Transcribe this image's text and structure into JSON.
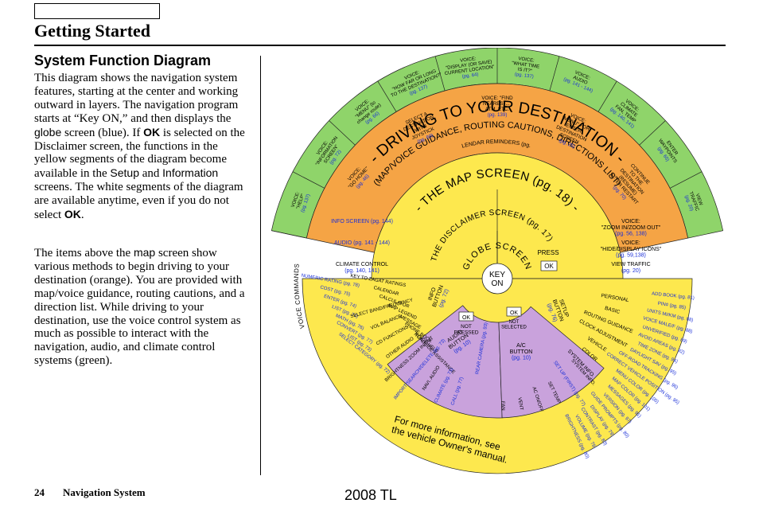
{
  "header": {
    "title": "Getting Started"
  },
  "section": {
    "heading": "System Function Diagram"
  },
  "paragraph1": {
    "s1": "This diagram shows the navigation system features, starting at the center and working outward in layers. The navigation program starts at “Key ON,” and then displays the ",
    "globe": "globe",
    "s2": " screen (blue). If ",
    "ok": "OK",
    "s3": " is selected on the Disclaimer screen, the functions in the yellow segments of the diagram become available in the ",
    "setup": "Setup",
    "s4": " and ",
    "information": "Information",
    "s5": " screens. The white segments of the diagram are available anytime, even if you do not select ",
    "ok2": "OK",
    "s6": "."
  },
  "paragraph2": {
    "s1": "The items above the ",
    "map": "map",
    "s2": " screen show various methods to begin driving to your destination (orange). You are provided with map/voice guidance, routing cautions, and a direction list. While driving to your destination, use the voice control system as much as possible to interact with the navigation, audio, and climate control systems (green)."
  },
  "diagram": {
    "colors": {
      "green": "#8fd46a",
      "orange": "#f5a445",
      "yellow": "#fde84e",
      "pink": "#f4a0cc",
      "lavender": "#c9a2dc",
      "blue": "#4fb3ec",
      "white": "#ffffff",
      "link": "#1a2fd8",
      "outline": "#222222"
    },
    "center": {
      "line1": "KEY",
      "line2": "ON"
    },
    "globe_label": "GLOBE SCREEN",
    "disclaimer_label": "THE DISCLAIMER SCREEN",
    "disclaimer_ref": "(pg. 17)",
    "map_label": "THE MAP SCREEN (pg. 18)",
    "destination_label": "DRIVING TO YOUR DESTINATION",
    "guidance_label": "(MAP/VOICE GUIDANCE, ROUTING CAUTIONS, DIRECTIONS LIST)",
    "voice_commands_label": "VOICE COMMANDS",
    "press_ok": {
      "press": "PRESS",
      "ok": "OK"
    },
    "not_pressed": {
      "ok": "OK",
      "line1": "NOT",
      "line2": "PRESSED"
    },
    "not_selected": {
      "ok": "OK",
      "line1": "NOT",
      "line2": "SELECTED"
    },
    "info_button": [
      "INFO",
      "BUTTON",
      "(pg. 72)"
    ],
    "audio_button": [
      "AUDIO",
      "BUTTON",
      "(pg. 10)"
    ],
    "rear_camera": "REAR CAMERA (pg. 93)",
    "ac_button": [
      "A/C",
      "BUTTON",
      "(pg. 10)"
    ],
    "setup_button": [
      "SETUP",
      "BUTTON",
      "(pg. 76)"
    ],
    "calendar_reminders": [
      "CALENDAR",
      "REMINDERS (pg. 17)"
    ],
    "green_items": [
      [
        "VOICE:",
        "\"HELP\"",
        "(pg. 137)"
      ],
      [
        "VOICE:",
        "\"INFORMATION",
        "SCREEN\"",
        "(pg. 72)"
      ],
      [
        "VOICE:",
        "\"MENU\" (to",
        "change route)",
        "(pg. 66)"
      ],
      [
        "VOICE:",
        "\"HOW FAR OR LONG",
        "TO THE DESTINATION?\"",
        "(pg. 137)"
      ],
      [
        "VOICE:",
        "\"DISPLAY (OR SAVE)",
        "CURRENT LOCATION\"",
        "(pg. 64)"
      ],
      [
        "VOICE:",
        "\"WHAT TIME",
        "IS IT?\"",
        "(pg. 137)"
      ],
      [
        "VOICE:",
        "AUDIO",
        "(pg. 141 - 144)"
      ],
      [
        "VOICE:",
        "CLIMATE",
        "FAN, TEMP",
        "(pg. 140, 141)"
      ],
      [
        "ENTER",
        "WAYPOINTS",
        "(pg. 65)"
      ],
      [
        "VIEW",
        "TRAFFIC",
        "(pg. 20)"
      ]
    ],
    "orange_items": [
      [
        "VOICE:",
        "\"GO HOME\"",
        "(pg. 46)"
      ],
      [
        "SELECT A",
        "DESTINATION",
        "WITH",
        "JOYSTICK",
        "(pg. 69)"
      ],
      [
        "VOICE: \"FIND",
        "NEAREST...\"",
        "ATM, ETC.",
        "(pg. 139)"
      ],
      [
        "VOICE:",
        "\"MENU\" FOR",
        "ENTER",
        "DESTINATION",
        "SCREEN",
        "(pg. 25)"
      ],
      [
        "CONTINUE",
        "TO THE",
        "DESTINATION",
        "(RESUME)",
        "AFTER RESTART",
        "(pg. 70)"
      ]
    ],
    "yellow_left_items": [
      [
        "INFO SCREEN (pg. 144)"
      ],
      [
        "AUDIO (pg. 141 - 144)"
      ],
      [
        "CLIMATE CONTROL",
        "(pg. 140, 141)"
      ]
    ],
    "yellow_right_items": [
      [
        "VOICE:",
        "\"ZOOM IN/ZOOM OUT\"",
        "(pg. 56, 138)"
      ],
      [
        "VOICE:",
        "\"HIDE/DISPLAY ICONS\"",
        "(pg. 59,138)"
      ],
      [
        "VIEW TRAFFIC",
        "(pg. 20)"
      ]
    ],
    "info_list_left": [
      "NUMERIC RATING (pg. 78)",
      "COST (pg. 75)",
      "ENTER (pg. 74)",
      "LIST (pg. 74)",
      "MATH (pg. 76)",
      "CONVERT (pg. 77)",
      "LIST (pg. 73)",
      "SELECT CATEGORY (pg. 72)"
    ],
    "info_list_right": [
      "KEY TO ZAGAT RATINGS",
      "CALENDAR",
      "CALCULATOR",
      "MAP LEGEND",
      "MESSAGE",
      "PHONE BOOK",
      "VOICE HELP",
      "ROADSIDE ASSISTANCE"
    ],
    "audio_items": [
      "SELECT BAND/FREQUENCY",
      "VOL BALANCE",
      "CD FUNCTIONS",
      "OTHER AUDIO",
      "BRIGHTNESS ZOOM IN/OUT",
      "IMPORT/SEARCH/DELETE (pg. 73)",
      "NAVI. AUDIO",
      "CLIMATE (pg. 73)",
      "CALL (pg. 77)"
    ],
    "ac_items": [
      "FAN",
      "VENT",
      "AC ON/OFF",
      "SET TEMP",
      "SET UP (FIRST) (pg. 77)",
      "SYSTEM INFO."
    ],
    "setup_right_items": [
      [
        "PERSONAL",
        "ADD BOOK (pg. 81)"
      ],
      [
        "BASIC",
        "PIN# (pg. 85)"
      ],
      [
        "ROUTING GUIDANCE",
        "UNITS MI/KM (pg. 88)"
      ],
      [
        "CLOCK ADJUSTMENT",
        "VOICE MALE/F (pg. 88)"
      ],
      [
        "VEHICLE",
        "UNVERIFIED (pg. 89)"
      ],
      [
        "COLOR",
        "AVOID AREAS (pg. 92)"
      ],
      [
        "SYSTEM INFO.",
        "TIME ZONE (pg. 94)"
      ],
      [
        "",
        "DAYLIGHT SAV (pg. 95)"
      ],
      [
        "",
        "OFF-ROAD TRACKING (pg. 96)"
      ],
      [
        "",
        "CORRECT VEHICLE POSITION (pg. 95)"
      ],
      [
        "",
        "MENU COLOR (pg. 100)"
      ],
      [
        "",
        "MAP COLOR (pg. 101)"
      ],
      [
        "",
        "MESSAGES (pg. 91)"
      ],
      [
        "",
        "VERSION (pg. 97)"
      ],
      [
        "",
        "GUIDE PROMPTS (pg. 80)"
      ],
      [
        "",
        "DISPLAY (pg. 79)"
      ],
      [
        "",
        "CONTRAST (pg. 80)"
      ],
      [
        "",
        "VOLUME (pg. 79)"
      ],
      [
        "",
        "BRIGHTNESS (pg. 80)"
      ]
    ],
    "owners_note": [
      "For more information, see",
      "the vehicle Owner's manual."
    ]
  },
  "footer": {
    "page_number": "24",
    "page_title": "Navigation System",
    "model_year": "2008 TL"
  }
}
